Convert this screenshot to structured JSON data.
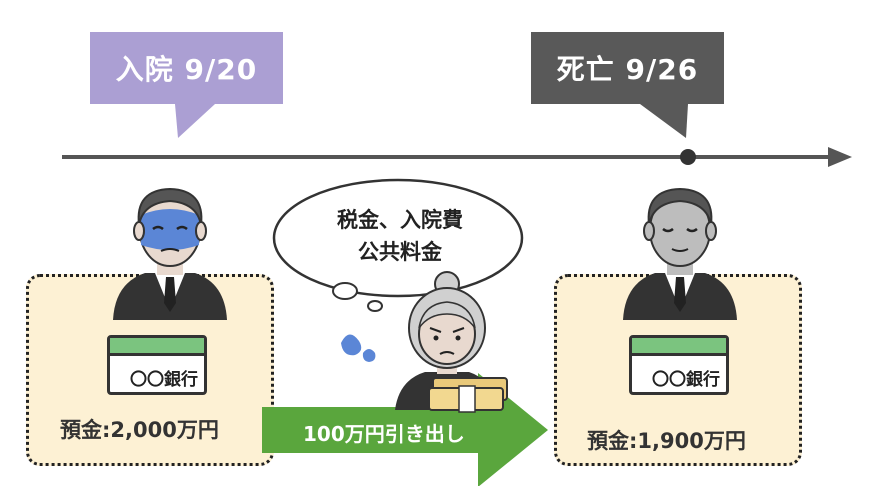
{
  "timeline": {
    "admission_label": "入院 9/20",
    "death_label": "死亡 9/26"
  },
  "left_panel": {
    "bank_card_text": "〇〇銀行",
    "deposit_label": "預金:2,000万円"
  },
  "right_panel": {
    "bank_card_text": "〇〇銀行",
    "deposit_label": "預金:1,900万円"
  },
  "thought_bubble": {
    "line1": "税金、入院費",
    "line2": "公共料金"
  },
  "transfer_arrow": {
    "label": "100万円引き出し"
  },
  "colors": {
    "admission": "#ab9fd3",
    "death": "#595959",
    "arrow": "#5aa63d",
    "box_fill": "#fdf1d4",
    "card_green": "#7bc47f"
  }
}
